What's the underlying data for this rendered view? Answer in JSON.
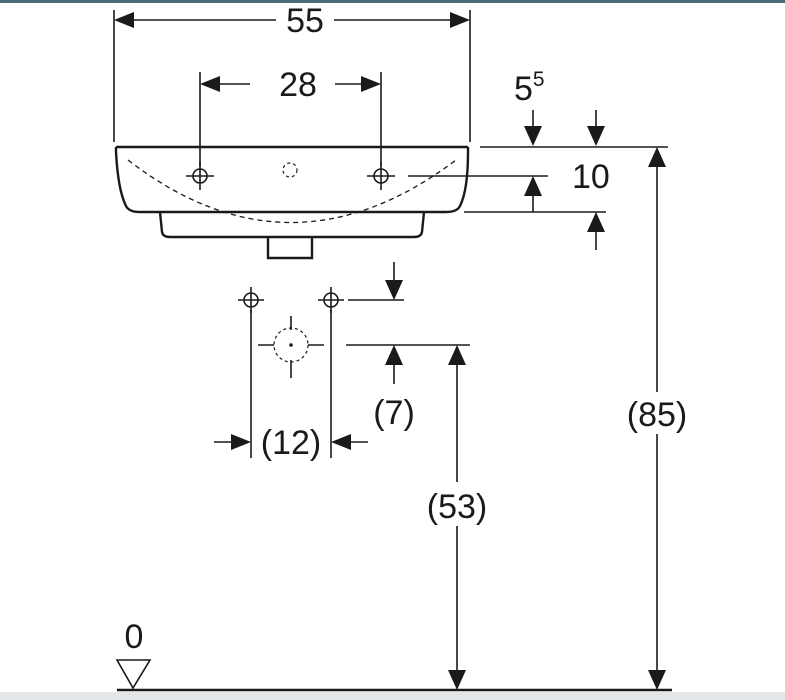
{
  "dimensions": {
    "overall_width": "55",
    "tap_hole_spacing": "28",
    "rim_offset_base": "5",
    "rim_offset_superscript": "5",
    "bowl_depth": "10",
    "waste_offset": "(7)",
    "supply_spacing": "(12)",
    "waste_height": "(53)",
    "rim_height": "(85)",
    "floor_level": "0"
  },
  "colors": {
    "line": "#1a1a1a",
    "background": "#ffffff",
    "top_border": "#4a6a78",
    "bottom_border": "#9aa4aa"
  }
}
